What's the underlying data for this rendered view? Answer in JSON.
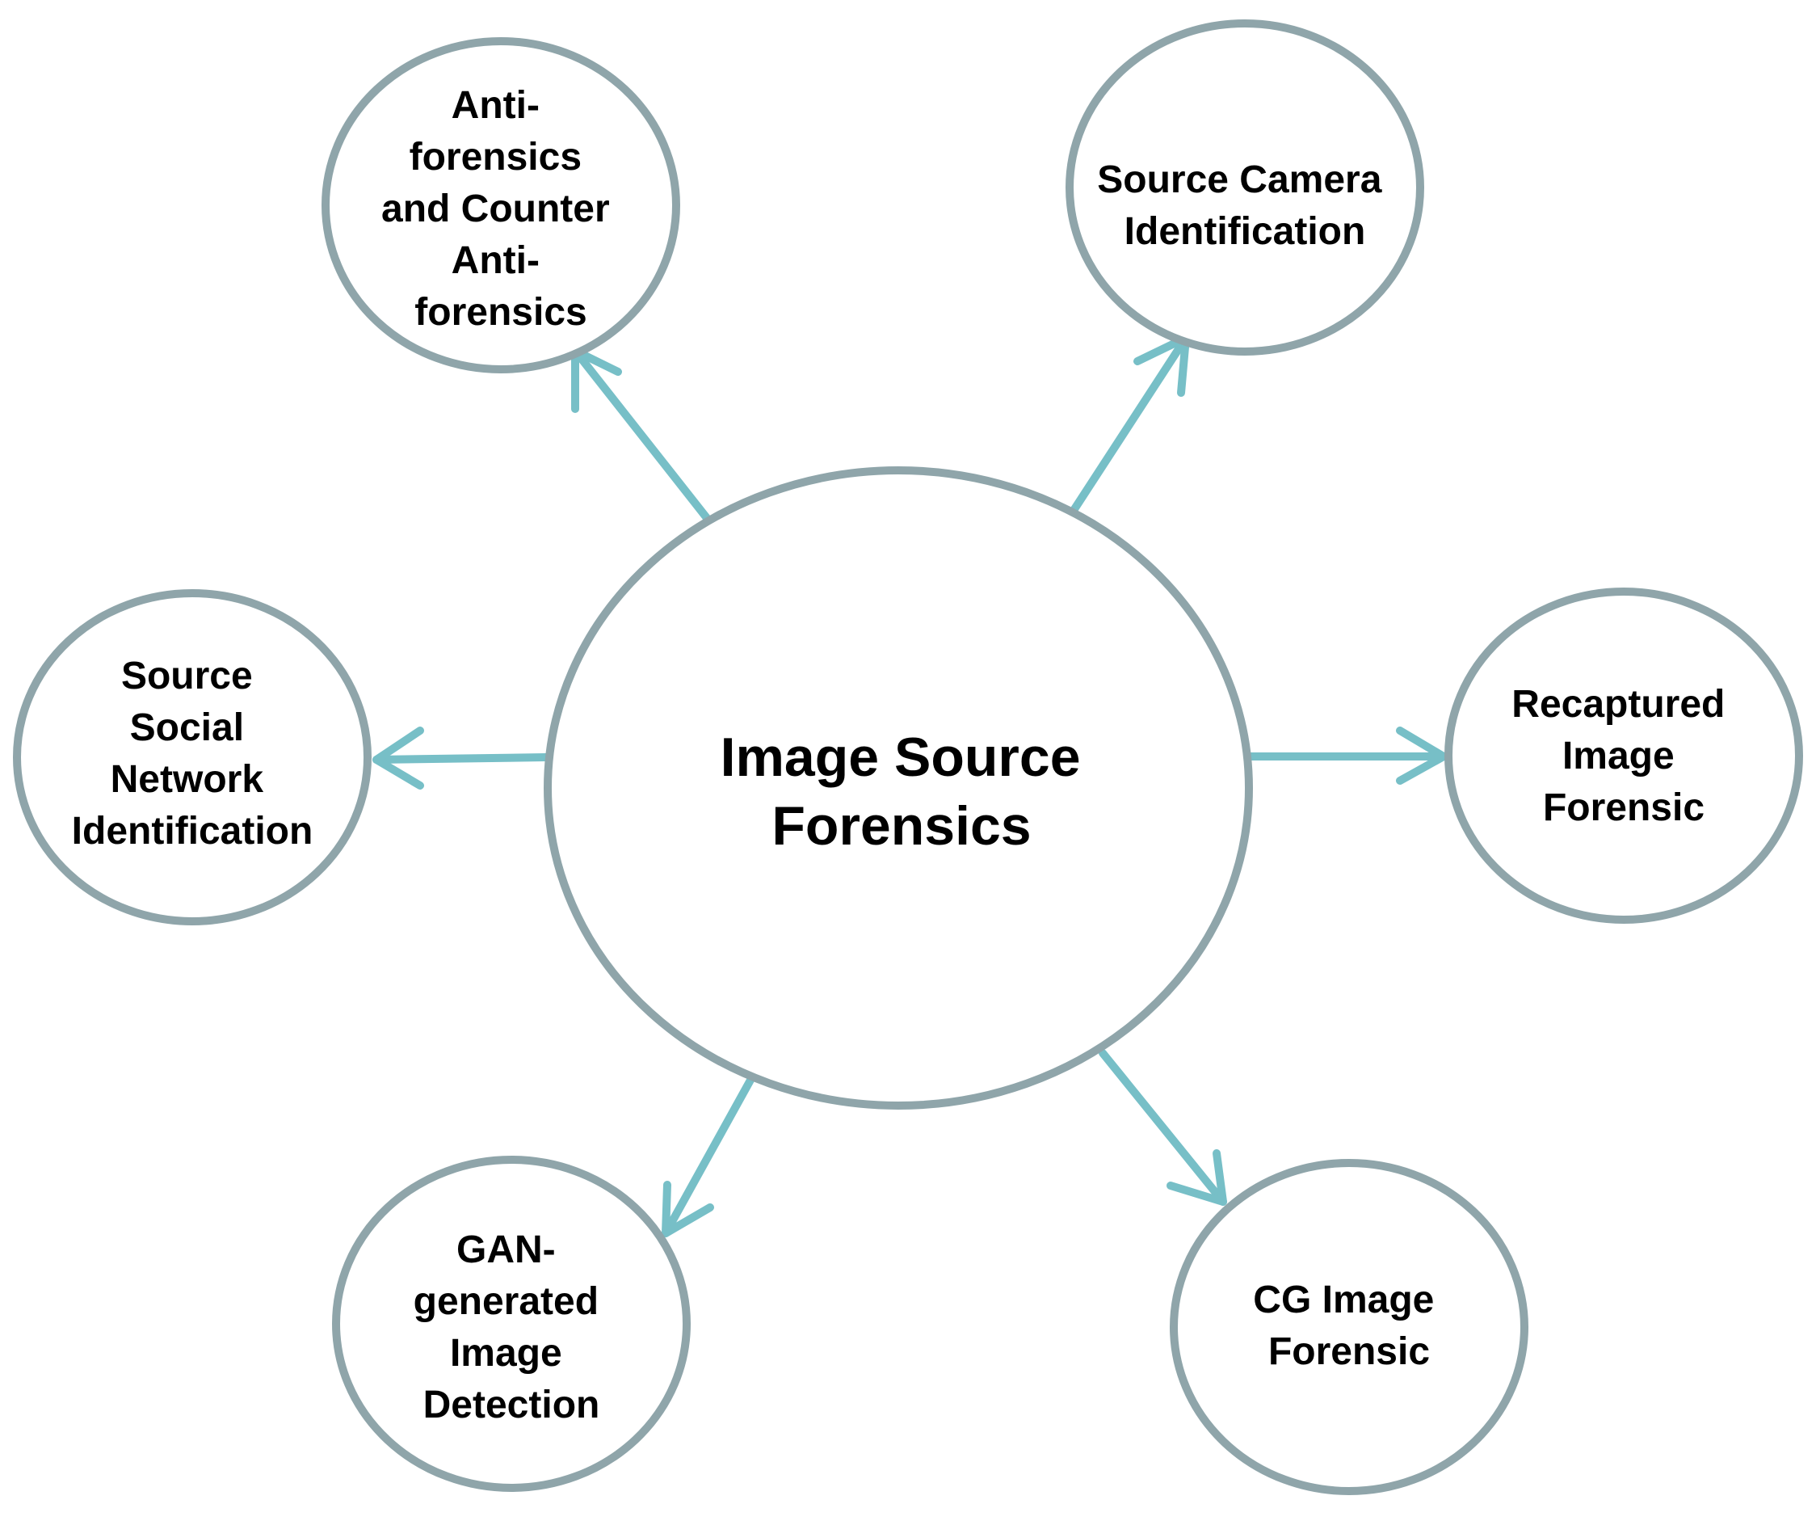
{
  "colors": {
    "node_stroke": "#8fa5aa",
    "arrow": "#77bfc7",
    "text": "#000000",
    "background": "#ffffff"
  },
  "center": {
    "lines": [
      "Image Source",
      "Forensics"
    ]
  },
  "nodes": [
    {
      "id": "anti-forensics",
      "lines": [
        "Anti-",
        "forensics",
        "and Counter",
        "Anti-",
        "forensics"
      ]
    },
    {
      "id": "source-camera",
      "lines": [
        "Source Camera",
        "Identification"
      ]
    },
    {
      "id": "source-social-network",
      "lines": [
        "Source",
        "Social",
        "Network",
        "Identification"
      ]
    },
    {
      "id": "recaptured-image",
      "lines": [
        "Recaptured",
        "Image",
        "Forensic"
      ]
    },
    {
      "id": "gan-generated",
      "lines": [
        "GAN-",
        "generated",
        "Image",
        "Detection"
      ]
    },
    {
      "id": "cg-image",
      "lines": [
        "CG Image",
        "Forensic"
      ]
    }
  ]
}
